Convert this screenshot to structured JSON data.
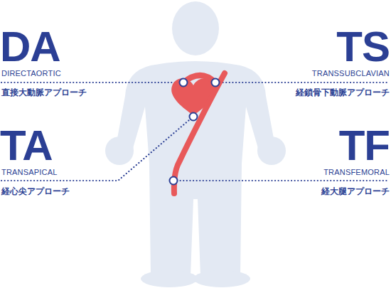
{
  "diagram": {
    "labels": [
      "DA",
      "DIRECTAORTIC",
      "直接大動脈アプローチ",
      "TS",
      "TRANSSUBCLAVIAN",
      "経鎖骨下動脈アプローチ",
      "TA",
      "TRANSAPICAL",
      "経心尖アプローチ",
      "TF",
      "TRANSFEMORAL",
      "経大腿アプローチ"
    ]
  }
}
